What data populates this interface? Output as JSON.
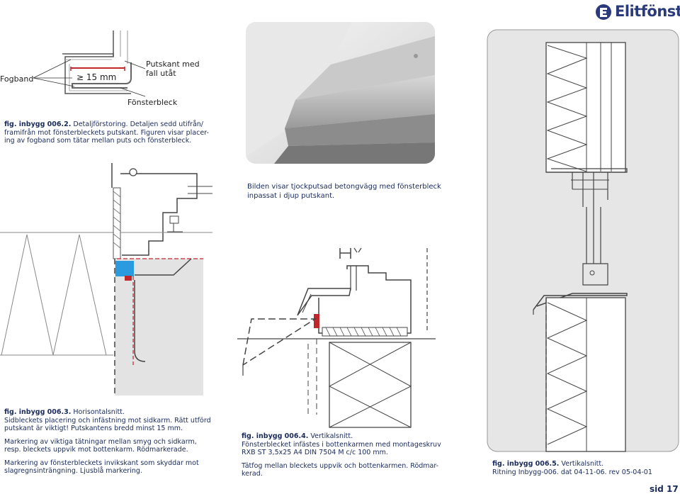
{
  "brand": {
    "name": "Elitfönster",
    "color": "#2a3a7a"
  },
  "detail_labels": {
    "fogband": "Fogband",
    "putskant": "Putskant med\nfall utåt",
    "dimension": "≥ 15 mm",
    "fonsterbleck": "Fönsterbleck"
  },
  "fig_0062": {
    "number": "fig. inbygg 006.2.",
    "title": "Detaljförstoring.",
    "text": "Detaljen sedd utifrån/\nframifrån mot fönsterbleckets putskant. Figuren visar placer-\ning av fogband som tätar mellan puts och fönsterbleck."
  },
  "photo_caption": "Bilden visar tjockputsad betongvägg med fönsterbleck\ninpassat i djup putskant.",
  "fig_0063": {
    "number": "fig. inbygg 006.3.",
    "title": "Horisontalsnitt.",
    "p1": "Sidbleckets placering och infästning mot sidkarm. Rätt utförd\nputskant är viktigt! Putskantens bredd minst 15 mm.",
    "p2": "Markering av viktiga tätningar mellan smyg och sidkarm,\nresp. bleckets uppvik mot bottenkarm. Rödmarkerade.",
    "p3": "Markering av fönsterbleckets invikskant som skyddar mot\nslagregnsinträngning. Ljusblå markering."
  },
  "fig_0064": {
    "number": "fig. inbygg 006.4.",
    "title": "Vertikalsnitt.",
    "p1": "Fönsterblecket infästes i bottenkarmen med montageskruv\nRXB ST 3,5x25 A4 DIN 7504 M c/c 100 mm.",
    "p2": "Tätfog mellan bleckets uppvik och bottenkarmen. Rödmar-\nkerad."
  },
  "fig_0065": {
    "number": "fig. inbygg 006.5.",
    "title": "Vertikalsnitt.",
    "text": "Ritning Inbygg-006. dat 04-11-06. rev 05-04-01"
  },
  "page": {
    "label": "sid 17"
  },
  "colors": {
    "seal_red": "#c0272d",
    "seal_blue": "#2b9be0",
    "wall_gray": "#e3e3e3"
  }
}
